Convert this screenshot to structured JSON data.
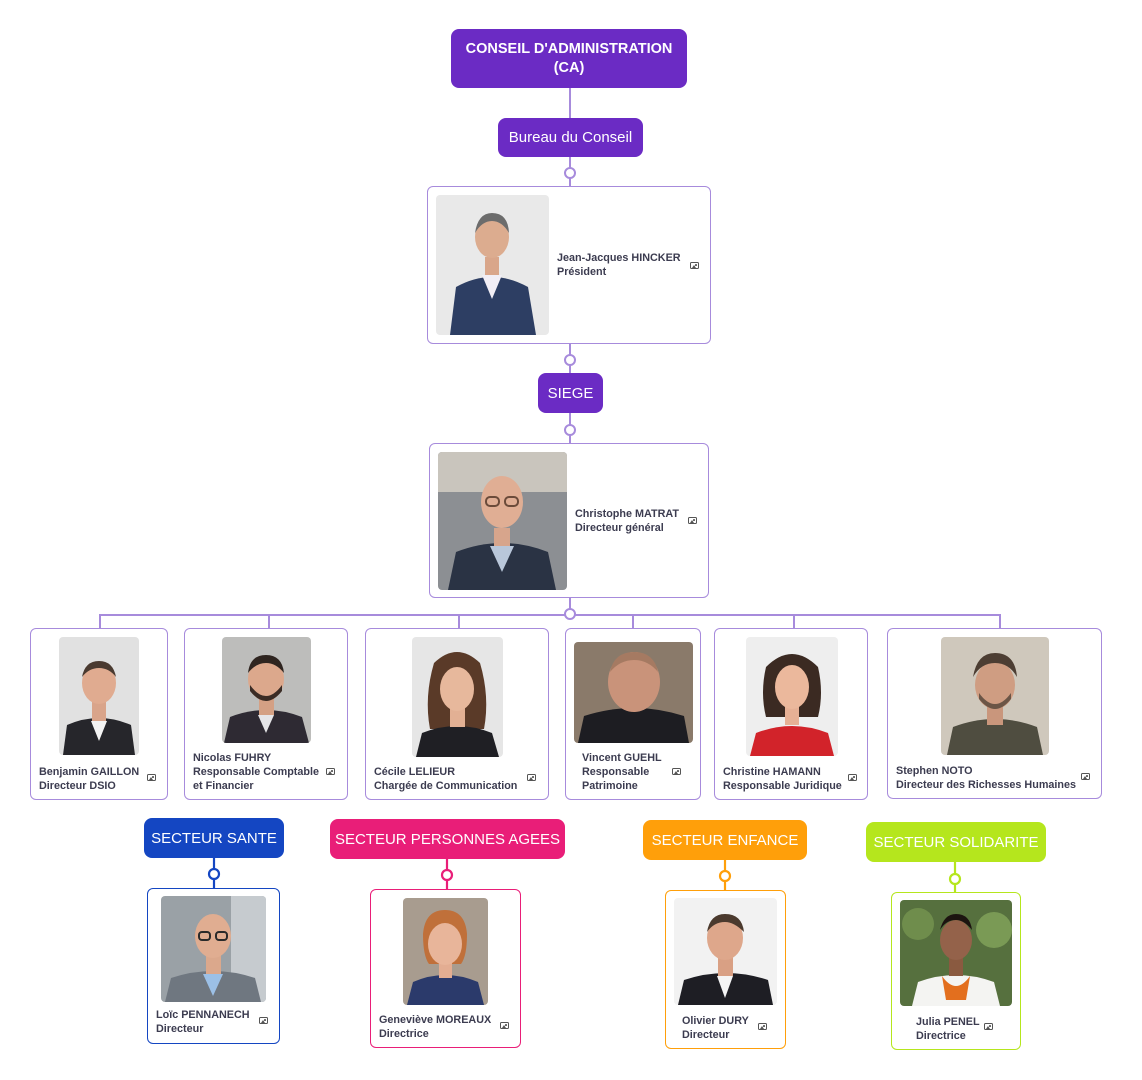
{
  "nodes": {
    "ca": "CONSEIL D'ADMINISTRATION (CA)",
    "bureau": "Bureau du Conseil",
    "siege": "SIEGE"
  },
  "people": {
    "president": {
      "name": "Jean-Jacques HINCKER",
      "role": "Président"
    },
    "dg": {
      "name": "Christophe MATRAT",
      "role": "Directeur général"
    },
    "dsio": {
      "name": "Benjamin GAILLON",
      "role": "Directeur DSIO"
    },
    "finance": {
      "name": "Nicolas FUHRY",
      "role": "Responsable Comptable",
      "role2": "et Financier"
    },
    "communication": {
      "name": "Cécile LELIEUR",
      "role": "Chargée de Communication"
    },
    "patrimoine": {
      "name": "Vincent GUEHL",
      "role": "Responsable",
      "role2": "Patrimoine"
    },
    "juridique": {
      "name": "Christine HAMANN",
      "role": "Responsable Juridique"
    },
    "rh": {
      "name": "Stephen NOTO",
      "role": "Directeur des Richesses Humaines"
    },
    "sante": {
      "name": "Loïc PENNANECH",
      "role": "Directeur"
    },
    "agees": {
      "name": "Geneviève MOREAUX",
      "role": "Directrice"
    },
    "enfance": {
      "name": "Olivier DURY",
      "role": "Directeur"
    },
    "solidarite": {
      "name": "Julia PENEL",
      "role": "Directrice"
    }
  },
  "sectors": {
    "sante": {
      "label": "SECTEUR SANTE",
      "color": "#1446c2"
    },
    "agees": {
      "label": "SECTEUR PERSONNES AGEES",
      "color": "#e91e78"
    },
    "enfance": {
      "label": "SECTEUR ENFANCE",
      "color": "#ff9f0a"
    },
    "solidarite": {
      "label": "SECTEUR SOLIDARITE",
      "color": "#b5e61d"
    }
  },
  "colors": {
    "primary": "#6b2bc4",
    "connector": "#a78bdc",
    "card_border": "#a78bdc"
  },
  "icons": {
    "photo_attachment": "image-icon"
  }
}
